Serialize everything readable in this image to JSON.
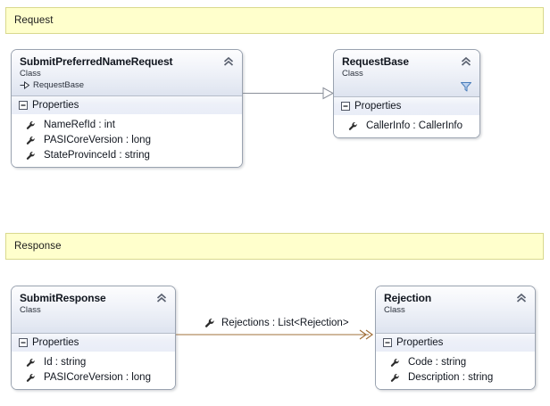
{
  "diagram": {
    "type": "uml-class-diagram",
    "background": "#ffffff",
    "banner_color": "#ffffcc",
    "banner_border": "#d9d98e",
    "association_color": "#a1703a",
    "inheritance_color": "#8a8f99"
  },
  "banners": [
    {
      "label": "Request"
    },
    {
      "label": "Response"
    }
  ],
  "classes": [
    {
      "name": "SubmitPreferredNameRequest",
      "stereotype": "Class",
      "base": "RequestBase",
      "compartment": "Properties",
      "members": [
        "NameRefId : int",
        "PASICoreVersion : long",
        "StateProvinceId : string"
      ]
    },
    {
      "name": "RequestBase",
      "stereotype": "Class",
      "compartment": "Properties",
      "members": [
        "CallerInfo : CallerInfo"
      ]
    },
    {
      "name": "SubmitResponse",
      "stereotype": "Class",
      "compartment": "Properties",
      "members": [
        "Id : string",
        "PASICoreVersion : long"
      ]
    },
    {
      "name": "Rejection",
      "stereotype": "Class",
      "compartment": "Properties",
      "members": [
        "Code : string",
        "Description : string"
      ]
    }
  ],
  "connectors": [
    {
      "kind": "inheritance",
      "from": "SubmitPreferredNameRequest",
      "to": "RequestBase",
      "label": ""
    },
    {
      "kind": "association",
      "from": "SubmitResponse",
      "to": "Rejection",
      "label": "Rejections : List<Rejection>"
    }
  ],
  "icons": {
    "collapse": "double-chevron-up-icon",
    "filter": "funnel-icon",
    "compartment_toggle": "minus-box-icon",
    "member": "wrench-icon",
    "inherits": "arrow-right-hollow-icon"
  }
}
